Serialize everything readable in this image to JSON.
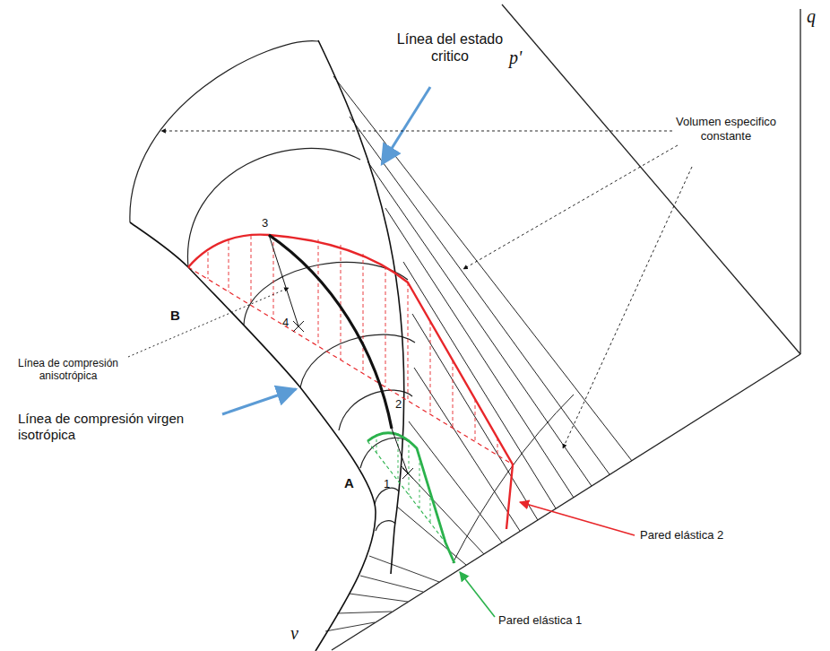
{
  "diagram": {
    "labels": [
      "q",
      "Línea del estado critico",
      "Volumen especifico constante",
      "p'",
      "3",
      "B",
      "4",
      "Línea de compresión anisotrópica",
      "2",
      "A",
      "1",
      "Línea de compresión virgen isotrópica",
      "Pared elástica 2",
      "Pared elástica 1",
      "v"
    ]
  }
}
